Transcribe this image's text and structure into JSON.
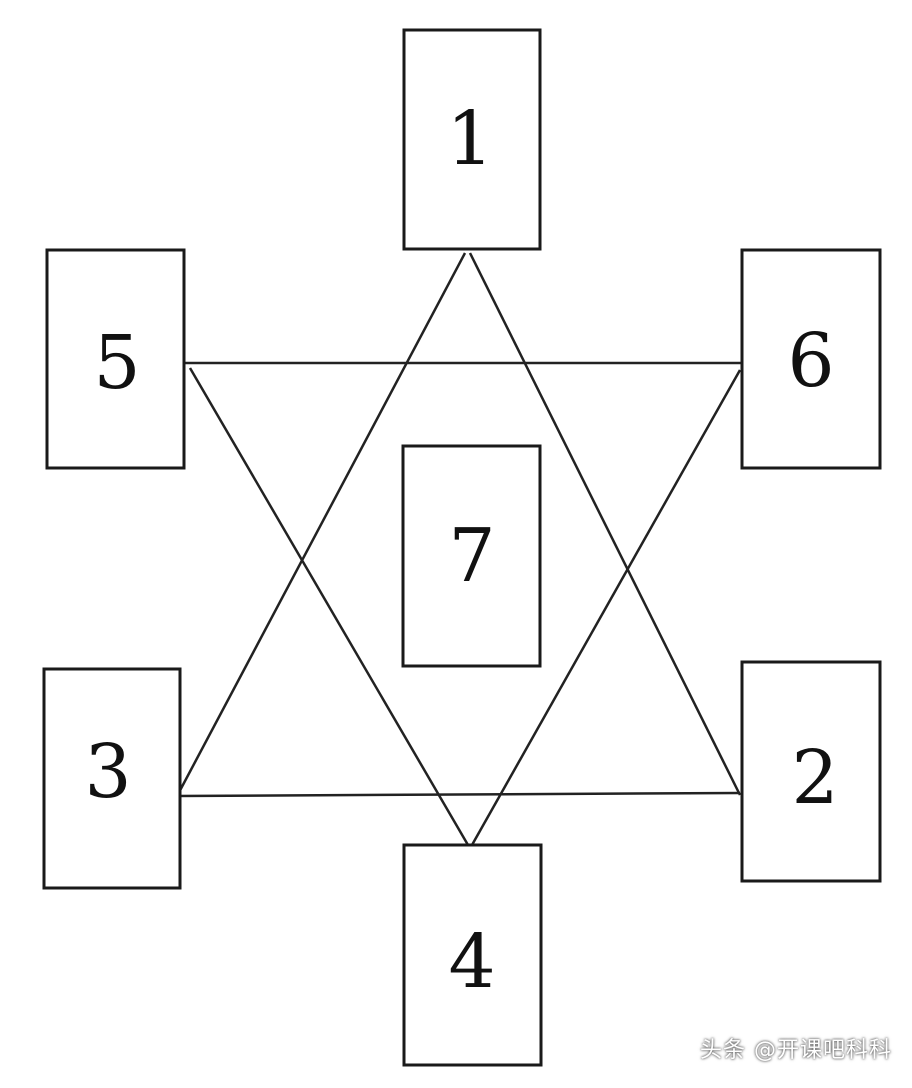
{
  "diagram": {
    "nodes": [
      {
        "id": "1",
        "label": "1"
      },
      {
        "id": "2",
        "label": "2"
      },
      {
        "id": "3",
        "label": "3"
      },
      {
        "id": "4",
        "label": "4"
      },
      {
        "id": "5",
        "label": "5"
      },
      {
        "id": "6",
        "label": "6"
      },
      {
        "id": "7",
        "label": "7"
      }
    ],
    "edges": [
      {
        "from": "1",
        "to": "3"
      },
      {
        "from": "1",
        "to": "2"
      },
      {
        "from": "3",
        "to": "2"
      },
      {
        "from": "5",
        "to": "6"
      },
      {
        "from": "5",
        "to": "4"
      },
      {
        "from": "6",
        "to": "4"
      }
    ]
  },
  "watermark": "头条 @开课吧科科"
}
